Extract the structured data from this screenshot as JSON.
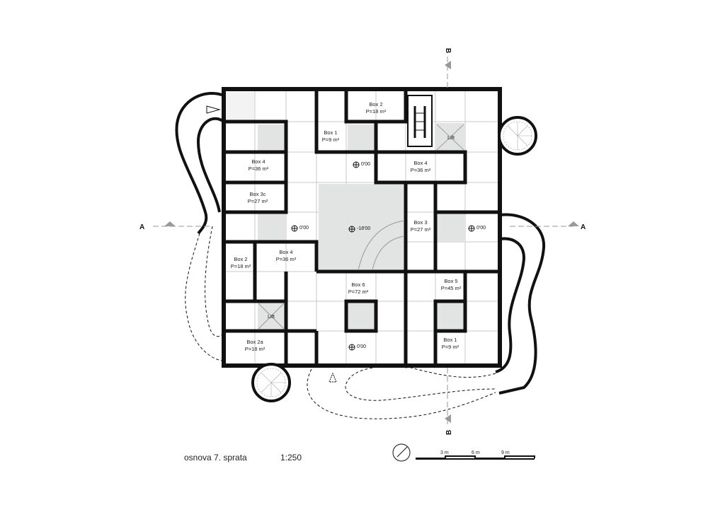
{
  "drawing": {
    "title": "osnova 7. sprata",
    "scale": "1:250",
    "scale_bar": [
      "3 m",
      "6 m",
      "9 m"
    ],
    "section_marks": {
      "horizontal": "A",
      "vertical": "B"
    }
  },
  "rooms": [
    {
      "name": "Box 2",
      "area": "P=18 m²"
    },
    {
      "name": "Box 1",
      "area": "P=9 m²"
    },
    {
      "name": "Box 4",
      "area": "P=36 m²"
    },
    {
      "name": "Box 4",
      "area": "P=36 m²"
    },
    {
      "name": "Box 3c",
      "area": "P=27 m²"
    },
    {
      "name": "Box 3",
      "area": "P=27 m²"
    },
    {
      "name": "Box 2",
      "area": "P=18 m²"
    },
    {
      "name": "Box 4",
      "area": "P=36 m²"
    },
    {
      "name": "Box 6",
      "area": "P=72 m²"
    },
    {
      "name": "Box 5",
      "area": "P=45 m²"
    },
    {
      "name": "Box 2a",
      "area": "P=18 m²"
    },
    {
      "name": "Box 1",
      "area": "P=9 m²"
    }
  ],
  "lifts": [
    "Lift",
    "Lift"
  ],
  "levels": [
    "0'00",
    "0'00",
    "-18'00",
    "0'00",
    "0'00"
  ]
}
